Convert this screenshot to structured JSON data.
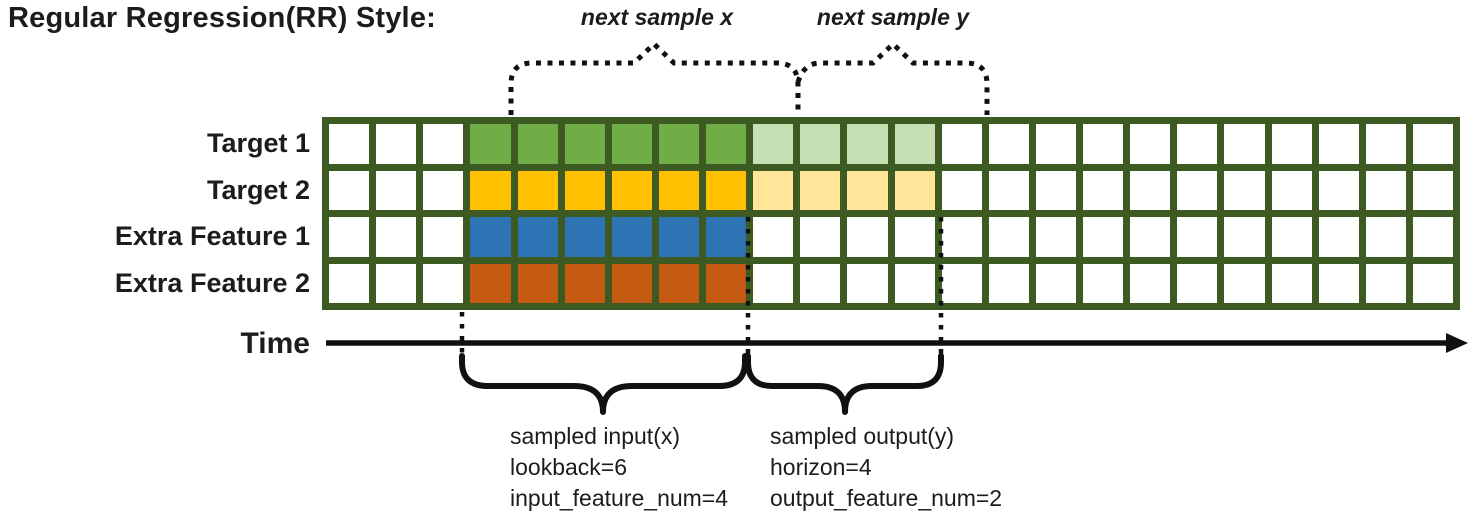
{
  "title": "Regular Regression(RR) Style:",
  "annotations": {
    "next_sample_x": "next sample x",
    "next_sample_y": "next sample y"
  },
  "time_axis": {
    "label": "Time"
  },
  "colors": {
    "grid_border": "#3D5A23",
    "target1_solid": "#70AD47",
    "target1_light": "#C6E0B4",
    "target2_solid": "#FFC000",
    "target2_light": "#FFE699",
    "extra1_solid": "#2E74B5",
    "extra2_solid": "#C45A11",
    "white": "#FFFFFF",
    "annotation_stroke": "#111111",
    "text": "#1C1C1C"
  },
  "grid": {
    "columns": 24,
    "rows": [
      {
        "label": "Target 1",
        "segments": [
          {
            "color": "white",
            "count": 3
          },
          {
            "color": "target1_solid",
            "count": 6
          },
          {
            "color": "target1_light",
            "count": 4
          },
          {
            "color": "white",
            "count": 11
          }
        ]
      },
      {
        "label": "Target 2",
        "segments": [
          {
            "color": "white",
            "count": 3
          },
          {
            "color": "target2_solid",
            "count": 6
          },
          {
            "color": "target2_light",
            "count": 4
          },
          {
            "color": "white",
            "count": 11
          }
        ]
      },
      {
        "label": "Extra Feature 1",
        "segments": [
          {
            "color": "white",
            "count": 3
          },
          {
            "color": "extra1_solid",
            "count": 6
          },
          {
            "color": "white",
            "count": 15
          }
        ]
      },
      {
        "label": "Extra Feature 2",
        "segments": [
          {
            "color": "white",
            "count": 3
          },
          {
            "color": "extra2_solid",
            "count": 6
          },
          {
            "color": "white",
            "count": 15
          }
        ]
      }
    ]
  },
  "notes": {
    "input": {
      "line1": "sampled input(x)",
      "line2": "lookback=6",
      "line3": "input_feature_num=4"
    },
    "output": {
      "line1": "sampled output(y)",
      "line2": "horizon=4",
      "line3": "output_feature_num=2"
    }
  }
}
